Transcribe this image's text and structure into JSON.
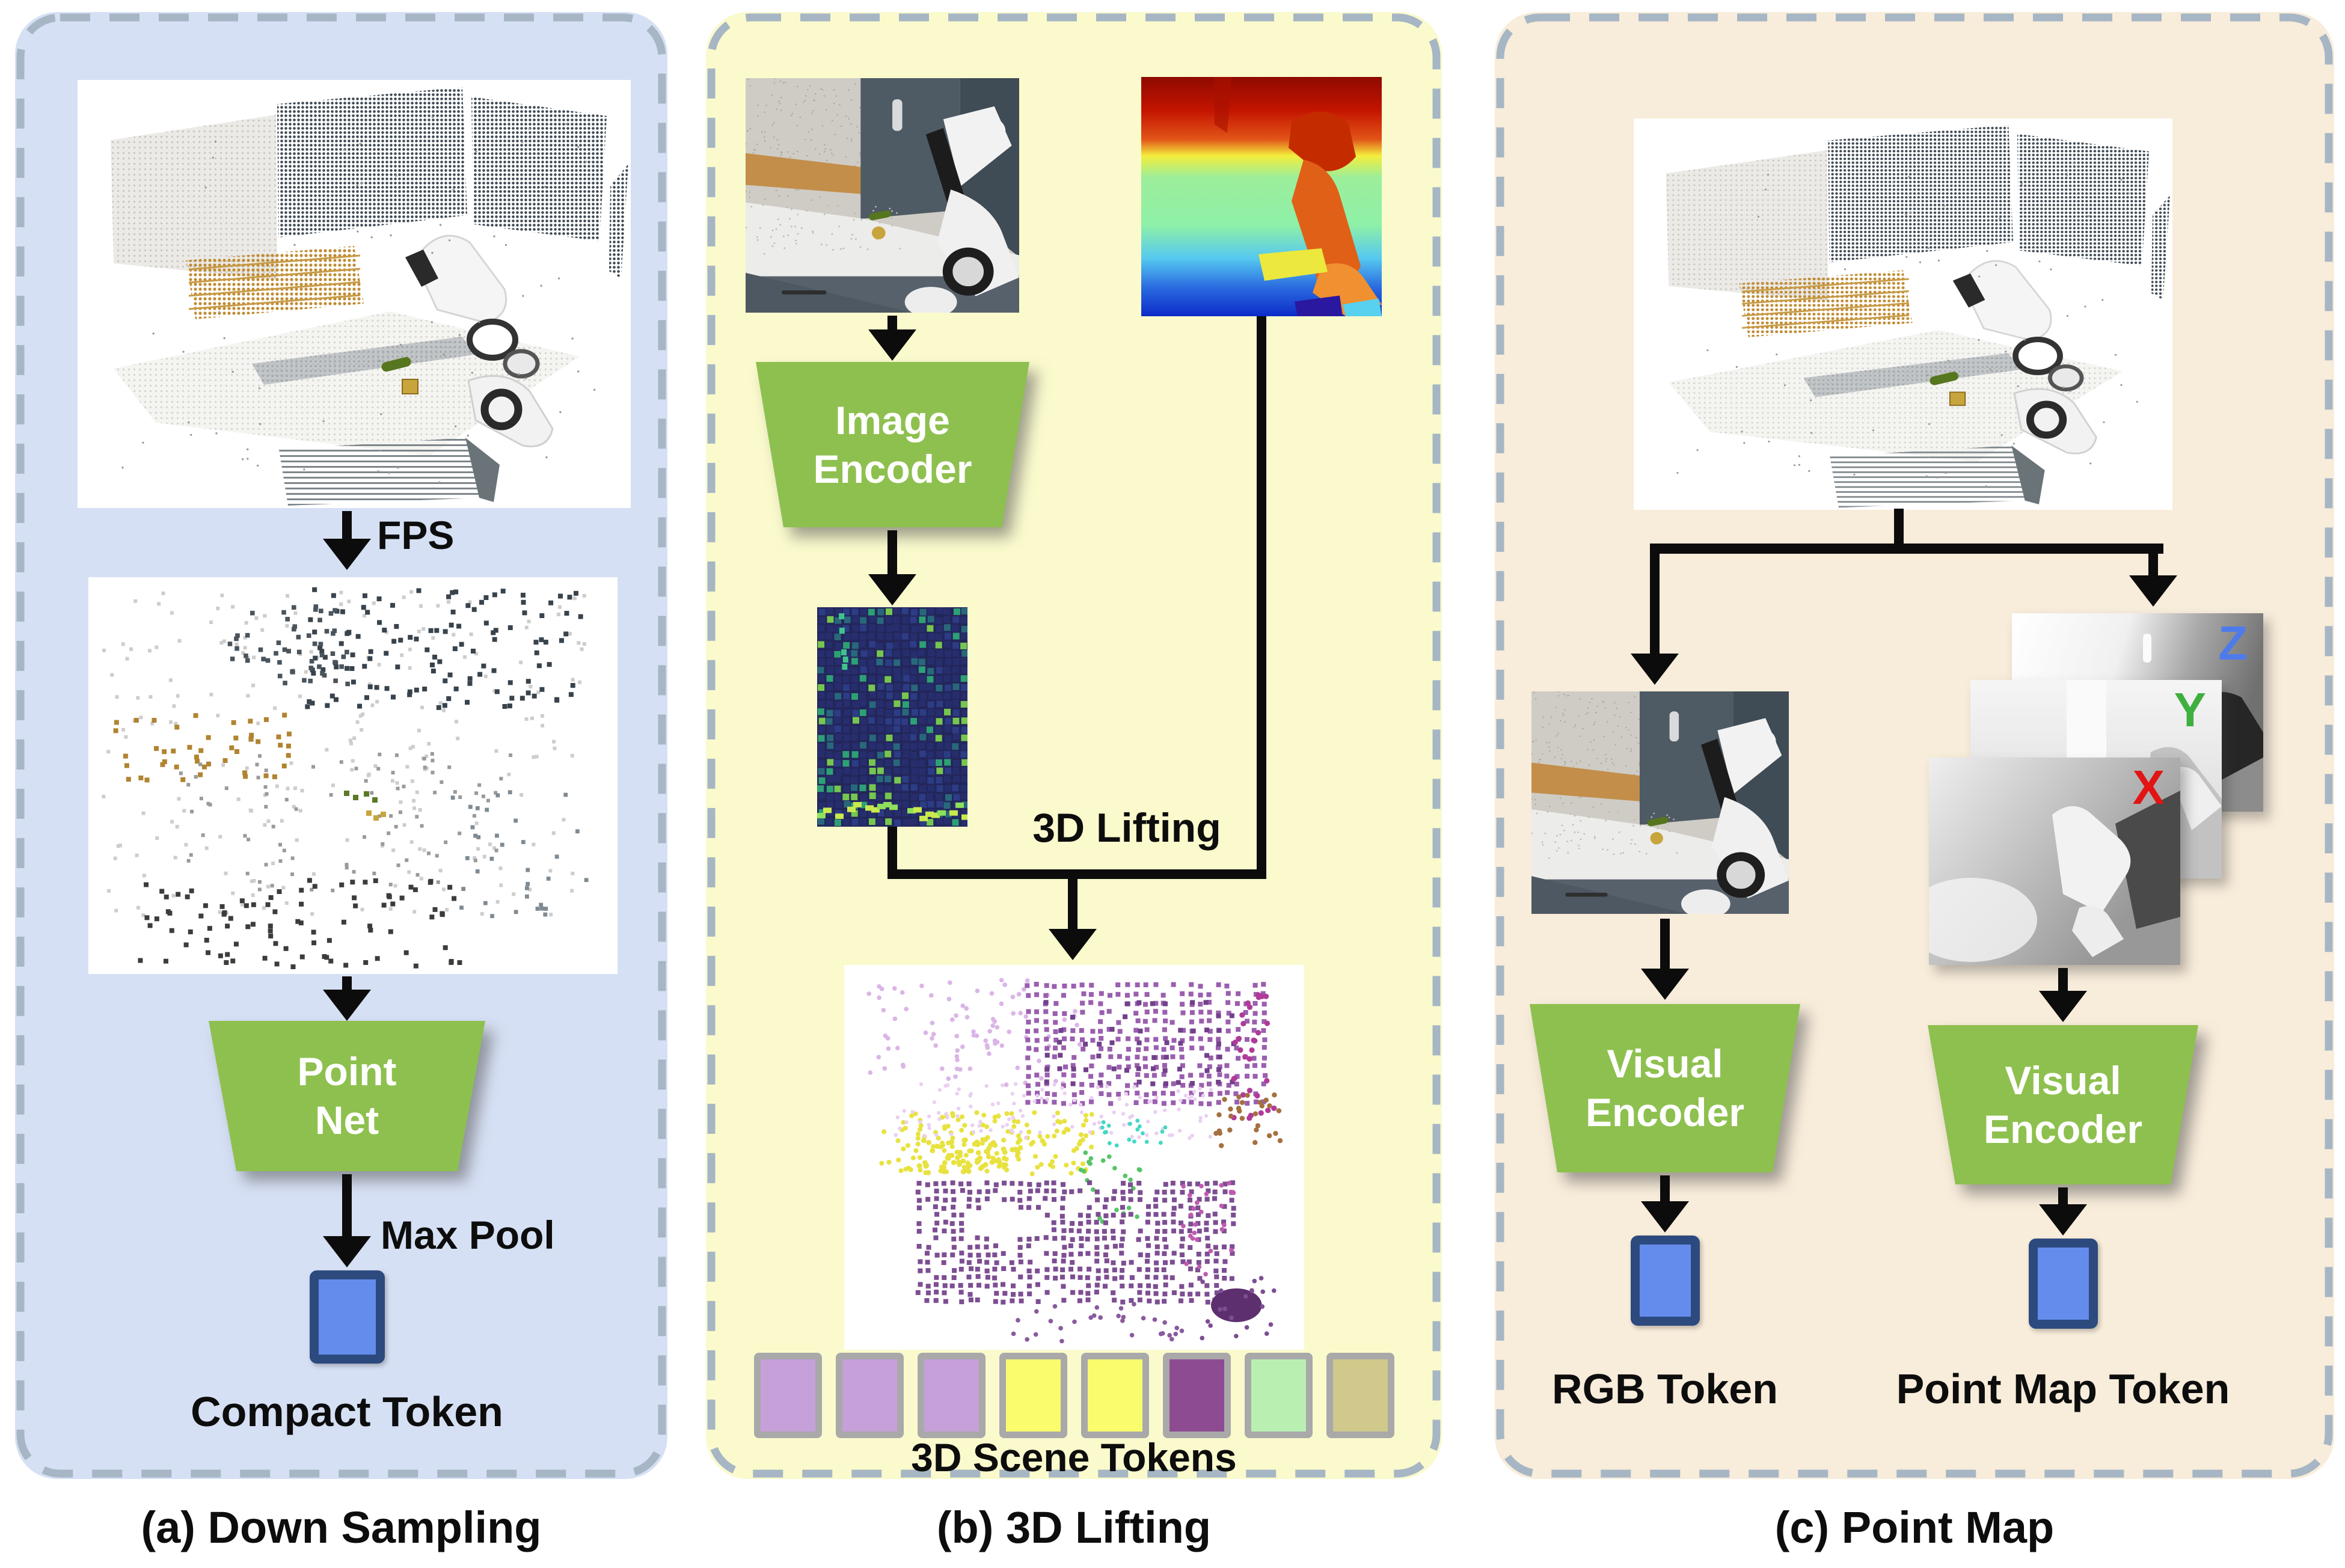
{
  "panel_a": {
    "caption": "(a) Down Sampling",
    "fps_label": "FPS",
    "block_line1": "Point",
    "block_line2": "Net",
    "maxpool_label": "Max Pool",
    "token_label": "Compact Token"
  },
  "panel_b": {
    "caption": "(b) 3D Lifting",
    "encoder_line1": "Image",
    "encoder_line2": "Encoder",
    "lift_label": "3D Lifting",
    "tokens_label": "3D Scene Tokens",
    "scene_token_colors": [
      "#c6a0d8",
      "#c6a0d8",
      "#c6a0d8",
      "#fbfb6e",
      "#fbfb6e",
      "#8d4c92",
      "#b9f0b2",
      "#d0c98b"
    ]
  },
  "panel_c": {
    "caption": "(c) Point Map",
    "encoder1_line1": "Visual",
    "encoder1_line2": "Encoder",
    "encoder2_line1": "Visual",
    "encoder2_line2": "Encoder",
    "rgb_token_label": "RGB Token",
    "pointmap_token_label": "Point Map Token",
    "axes": [
      {
        "label": "Z",
        "color": "#4f7bea"
      },
      {
        "label": "Y",
        "color": "#3faf3f"
      },
      {
        "label": "X",
        "color": "#e21414"
      }
    ]
  },
  "colors": {
    "panel_a_bg": "#d6e0f4",
    "panel_b_bg": "#fafacd",
    "panel_c_bg": "#f8ecda",
    "dash": "#a6b6c4",
    "encoder_green": "#8ec04f",
    "token_blue": "#648ced",
    "token_border": "#2c4a7e",
    "arrow": "#0c0c0c",
    "scene_token_border": "#a9a9a9"
  }
}
